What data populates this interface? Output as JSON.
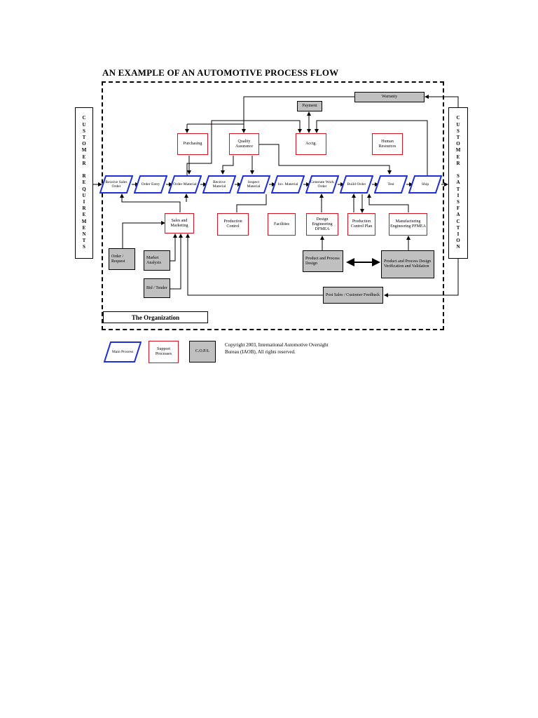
{
  "title": "AN EXAMPLE OF AN AUTOMOTIVE PROCESS FLOW",
  "customer_requirements": {
    "word1": [
      "C",
      "U",
      "S",
      "T",
      "O",
      "M",
      "E",
      "R"
    ],
    "word2": [
      "R",
      "E",
      "Q",
      "U",
      "I",
      "R",
      "E",
      "M",
      "E",
      "N",
      "T",
      "S"
    ]
  },
  "customer_satisfaction": {
    "word1": [
      "C",
      "U",
      "S",
      "T",
      "O",
      "M",
      "E",
      "R"
    ],
    "word2": [
      "S",
      "A",
      "T",
      "I",
      "S",
      "F",
      "A",
      "C",
      "T",
      "I",
      "O",
      "N"
    ]
  },
  "main_processes": [
    {
      "label": "Receive Sales Order"
    },
    {
      "label": "Order Entry"
    },
    {
      "label": "Order Material"
    },
    {
      "label": "Receive Material"
    },
    {
      "label": "Inspect Material"
    },
    {
      "label": "Inv. Material"
    },
    {
      "label": "Generate Work Order"
    },
    {
      "label": "Build Order"
    },
    {
      "label": "Test"
    },
    {
      "label": "Ship"
    }
  ],
  "support_top": {
    "purchasing": "Purchasing",
    "quality_assurance": "Quality Assurance",
    "acctg": "Acctg.",
    "human_resources": "Human Resources"
  },
  "support_bottom": {
    "sales_marketing": "Sales and Marketing",
    "production_control": "Production Control",
    "facilities": "Facilities",
    "design_engineering": "Design Engineering DFMEA",
    "production_control_plan": "Production Control Plan",
    "manufacturing_engineering": "Manufacturing Engineering PFMEA"
  },
  "cops": {
    "warranty": "Warranty",
    "payment": "Payment",
    "order_request": "Order / Request",
    "market_analysis": "Market Analysis",
    "bid_tender": "Bid / Tender",
    "product_process_design": "Product and Process Design",
    "design_verification": "Product and Process Design Verification and Validation",
    "post_sales": "Post Sales / Customer Feedback"
  },
  "organization_label": "The Organization",
  "legend": {
    "main_process": "Main Process",
    "support_processes": "Support Processes",
    "cops": "C.O.P.S."
  },
  "copyright": "Copyright 2003, International Automotive Oversight Bureau (IAOB), All rights reserved.",
  "colors": {
    "main_border": "#1f2fd6",
    "support_border": "#d9111f",
    "cops_fill": "#c0c0c0"
  }
}
